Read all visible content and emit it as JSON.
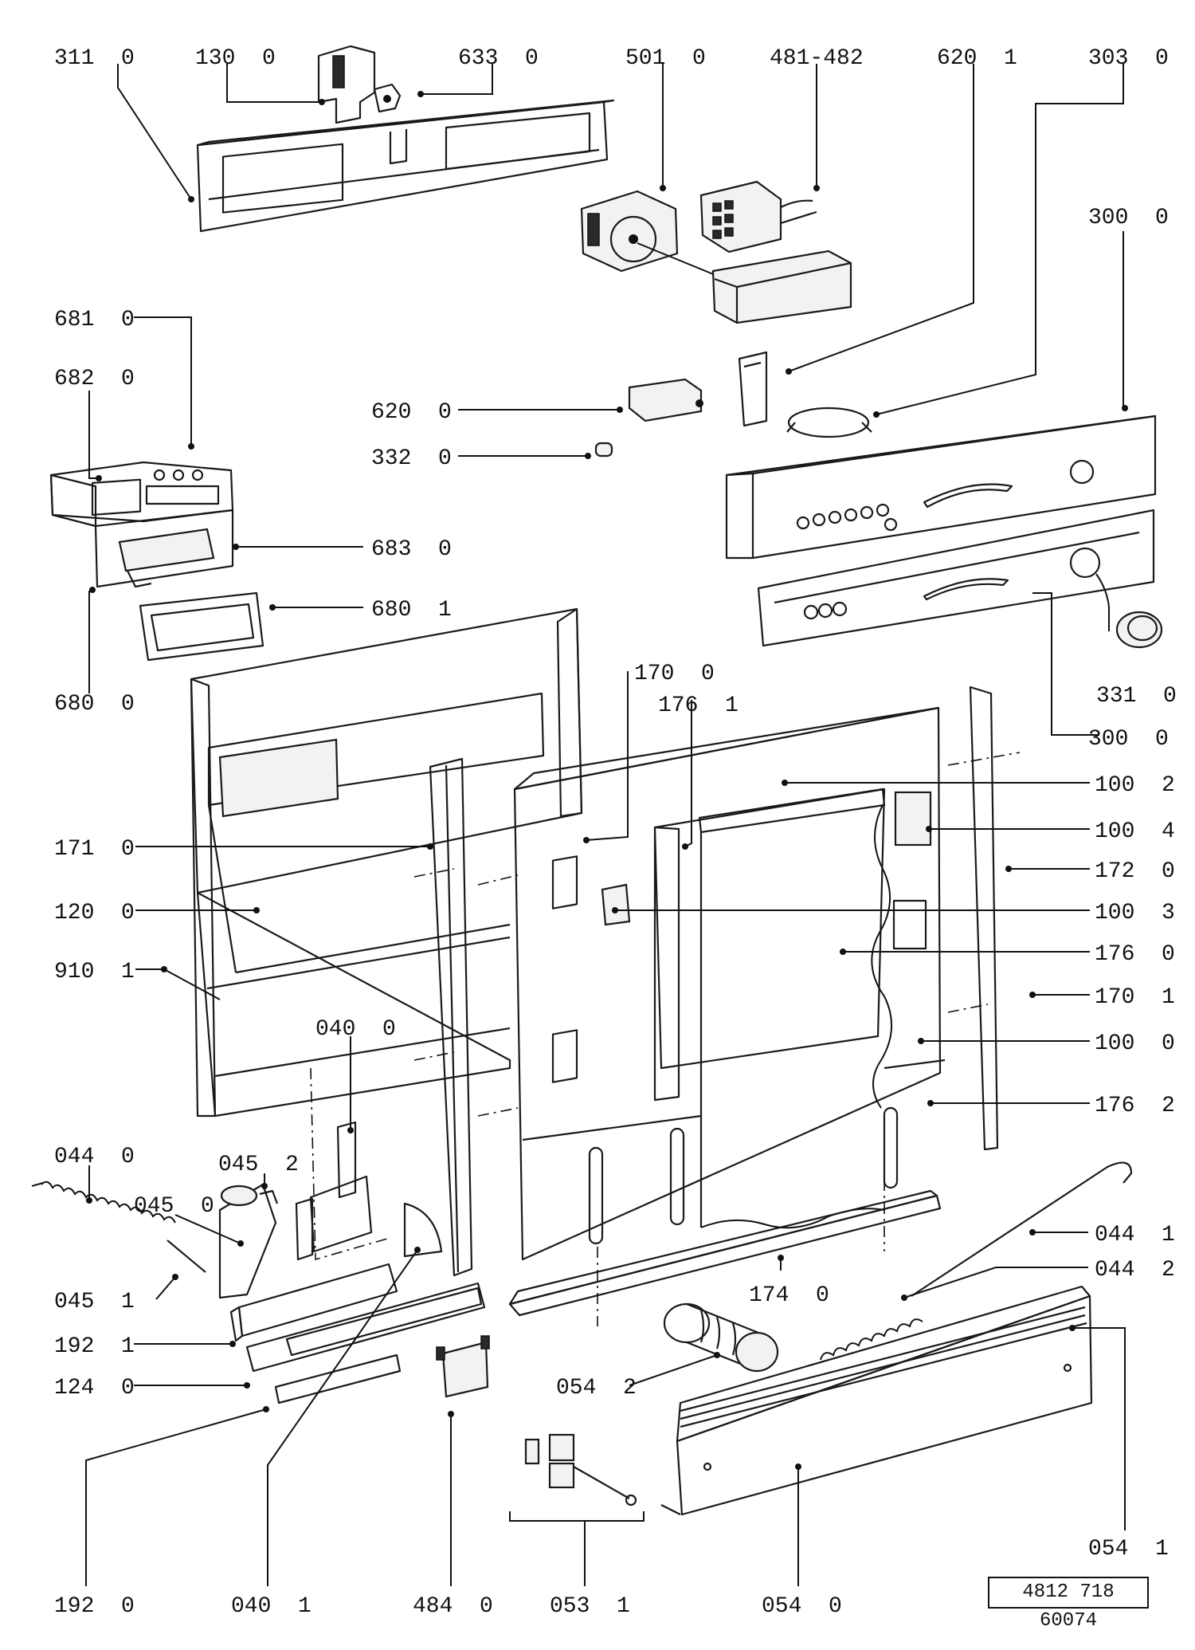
{
  "labels": [
    {
      "text": "311  0"
    },
    {
      "text": "130  0"
    },
    {
      "text": "633  0"
    },
    {
      "text": "501  0"
    },
    {
      "text": "481-482"
    },
    {
      "text": "620  1"
    },
    {
      "text": "303  0"
    },
    {
      "text": "300  0"
    },
    {
      "text": "681  0"
    },
    {
      "text": "682  0"
    },
    {
      "text": "620  0"
    },
    {
      "text": "332  0"
    },
    {
      "text": "683  0"
    },
    {
      "text": "680  1"
    },
    {
      "text": "680  0"
    },
    {
      "text": "170  0"
    },
    {
      "text": "176  1"
    },
    {
      "text": "331  0"
    },
    {
      "text": "300  0"
    },
    {
      "text": "100  2"
    },
    {
      "text": "100  4"
    },
    {
      "text": "171  0"
    },
    {
      "text": "172  0"
    },
    {
      "text": "120  0"
    },
    {
      "text": "100  3"
    },
    {
      "text": "176  0"
    },
    {
      "text": "910  1"
    },
    {
      "text": "170  1"
    },
    {
      "text": "040  0"
    },
    {
      "text": "100  0"
    },
    {
      "text": "176  2"
    },
    {
      "text": "044  0"
    },
    {
      "text": "045  2"
    },
    {
      "text": "045  0"
    },
    {
      "text": "044  1"
    },
    {
      "text": "044  2"
    },
    {
      "text": "045  1"
    },
    {
      "text": "174  0"
    },
    {
      "text": "192  1"
    },
    {
      "text": "124  0"
    },
    {
      "text": "054  2"
    },
    {
      "text": "054  1"
    },
    {
      "text": "192  0"
    },
    {
      "text": "040  1"
    },
    {
      "text": "484  0"
    },
    {
      "text": "053  1"
    },
    {
      "text": "054  0"
    }
  ],
  "document_ref": "4812 718 60074"
}
